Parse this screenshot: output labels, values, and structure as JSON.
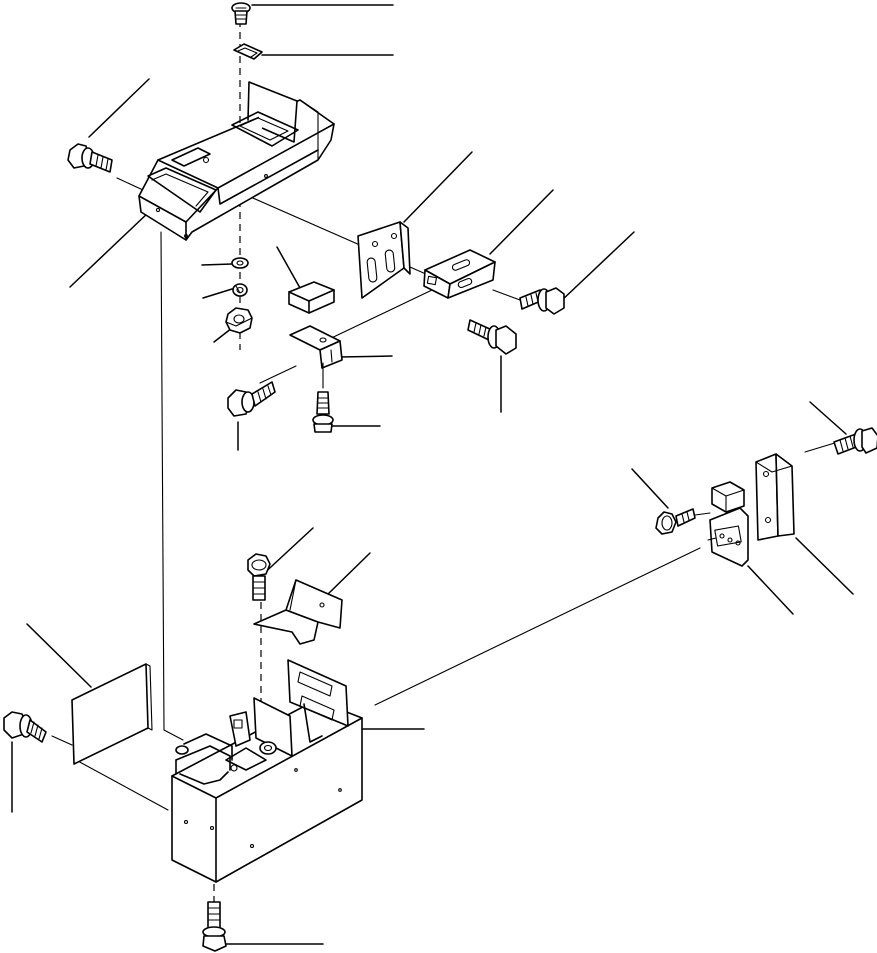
{
  "diagram": {
    "type": "exploded-parts-view",
    "parts": [
      {
        "id": "top-screw",
        "icon": "screw-icon"
      },
      {
        "id": "top-clip",
        "icon": "clip-icon"
      },
      {
        "id": "upper-cover",
        "icon": "cover-icon"
      },
      {
        "id": "left-flange-bolt",
        "icon": "bolt-icon"
      },
      {
        "id": "washer",
        "icon": "washer-icon"
      },
      {
        "id": "spring-washer",
        "icon": "spring-washer-icon"
      },
      {
        "id": "nut",
        "icon": "nut-icon"
      },
      {
        "id": "cushion-block",
        "icon": "block-icon"
      },
      {
        "id": "small-bracket",
        "icon": "bracket-icon"
      },
      {
        "id": "mid-bolt",
        "icon": "bolt-icon"
      },
      {
        "id": "mid-screw",
        "icon": "screw-icon"
      },
      {
        "id": "slotted-plate",
        "icon": "plate-icon"
      },
      {
        "id": "switch-bracket",
        "icon": "bracket-icon"
      },
      {
        "id": "right-bolt-upper",
        "icon": "bolt-icon"
      },
      {
        "id": "right-bolt-lower",
        "icon": "bolt-icon"
      },
      {
        "id": "far-right-bolt",
        "icon": "bolt-icon"
      },
      {
        "id": "cover-plate",
        "icon": "plate-icon"
      },
      {
        "id": "switch-assembly",
        "icon": "switch-icon"
      },
      {
        "id": "small-bolt",
        "icon": "bolt-icon"
      },
      {
        "id": "lower-bolt",
        "icon": "bolt-icon"
      },
      {
        "id": "l-bracket",
        "icon": "bracket-icon"
      },
      {
        "id": "left-panel",
        "icon": "panel-icon"
      },
      {
        "id": "left-bolt",
        "icon": "bolt-icon"
      },
      {
        "id": "lower-box",
        "icon": "box-icon"
      },
      {
        "id": "bottom-bolt",
        "icon": "bolt-icon"
      }
    ]
  }
}
